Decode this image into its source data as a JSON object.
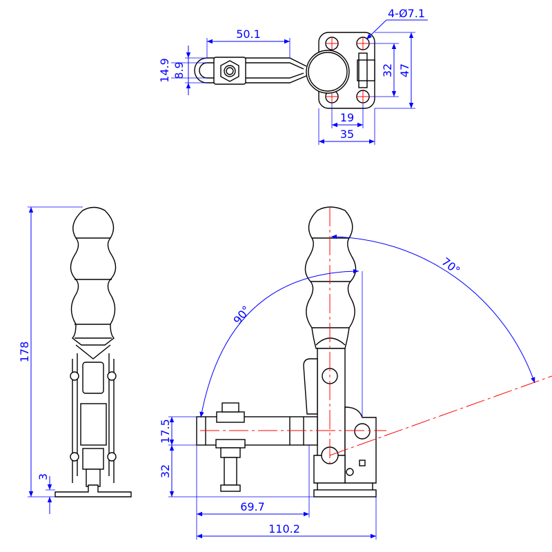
{
  "title": "Vertical toggle clamp drawing",
  "colors": {
    "dimension": "#0000ff",
    "centerline": "#ff0000",
    "outline": "#000000"
  },
  "dimensions": {
    "hole_spec": "4-Ø7.1",
    "arm_length": "50.1",
    "spindle_slot_outer": "14.9",
    "spindle_slot_inner": "8.9",
    "hole_spacing_vertical": "32",
    "base_height": "47",
    "hole_spacing_horizontal": "19",
    "base_width": "35",
    "overall_height": "178",
    "base_thickness": "3",
    "arm_height": "17.5",
    "arm_elevation": "32",
    "spindle_reach": "69.7",
    "overall_length": "110.2",
    "handle_angle": "90°",
    "open_angle": "70°"
  }
}
